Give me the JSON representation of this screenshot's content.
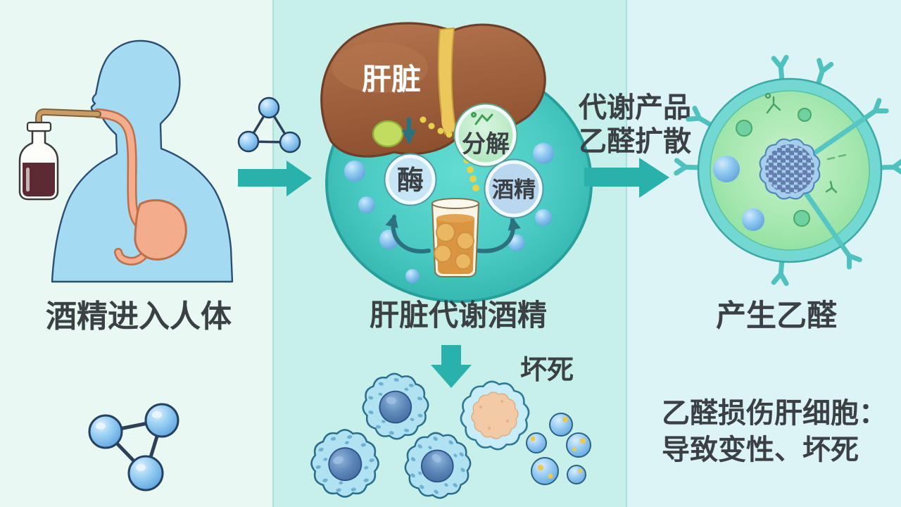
{
  "stage1": {
    "caption": "酒精进入人体"
  },
  "stage2": {
    "organ_label": "肝脏",
    "enzyme": "酶",
    "breakdown": "分解",
    "alcohol": "酒精",
    "caption": "肝脏代谢酒精"
  },
  "stage3": {
    "diffusion_line1": "代谢产品",
    "diffusion_line2": "乙醛扩散",
    "caption": "产生乙醛"
  },
  "stage4": {
    "necrosis_label": "坏死",
    "note_line1": "乙醛损伤肝细胞：",
    "note_line2": "导致变性、坏死"
  },
  "colors": {
    "panel_left_bg": "#e9f8f2",
    "panel_middle_bg": "#c7f0eb",
    "panel_right_bg": "#dcf4f6",
    "flow_arrow_teal": "#29b1ab",
    "dark_arrow_teal": "#2b7180",
    "caption_text": "#3b4045",
    "organ_label_text": "#ffffff",
    "liver_brown": "#9d5c38",
    "metabolism_circle_teal": "#41c4bd",
    "molecule_blue": "#7cc0ee",
    "drink_amber": "#d9953f",
    "cell_membrane_cyan": "#74d8d2",
    "cell_interior_green": "#9ce2a8",
    "dotted_path_yellow": "#e7d34b"
  },
  "illustrations": [
    "person-drinking",
    "alcohol-bottle",
    "feeding-tube",
    "stomach",
    "ethanol-molecule",
    "flow-arrow",
    "liver",
    "gallbladder",
    "enzyme-bubble",
    "breakdown-bubble",
    "alcohol-bubble",
    "whiskey-glass",
    "metabolism-circle",
    "down-arrow",
    "hepatocyte",
    "necrotic-hepatocyte",
    "lipid-droplets",
    "acetaldehyde-cell",
    "cell-nucleus"
  ]
}
